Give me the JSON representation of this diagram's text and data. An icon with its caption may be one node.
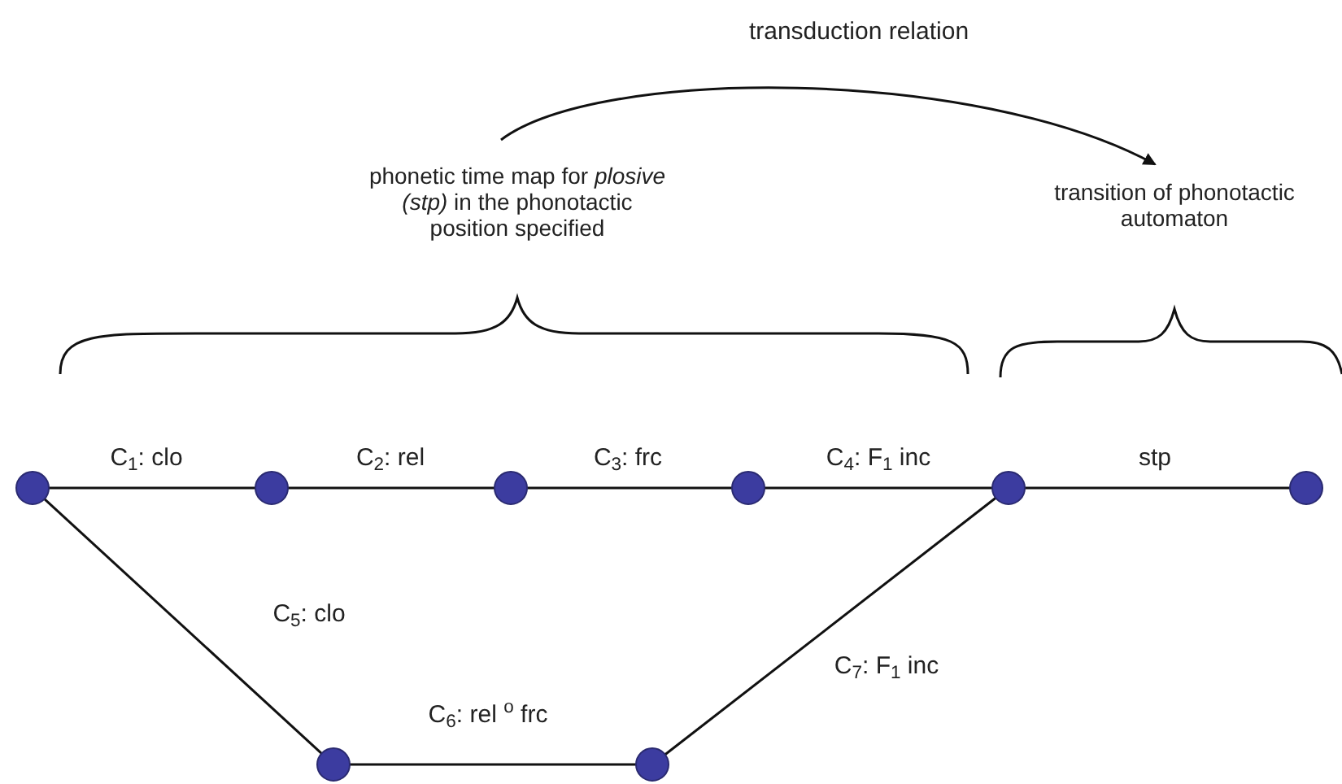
{
  "diagram": {
    "nodes": [
      {
        "text": [],
        "shape": "circle"
      },
      {
        "text": [],
        "shape": "circle"
      },
      {
        "text": [],
        "shape": "circle"
      },
      {
        "text": [],
        "shape": "circle"
      },
      {
        "text": [],
        "shape": "circle"
      },
      {
        "text": [],
        "shape": "circle"
      },
      {
        "text": [],
        "shape": "circle"
      },
      {
        "text": [],
        "shape": "circle"
      },
      {
        "text": [
          "phonetic time map for *plosive (stp)* in the phonotactic position specified"
        ]
      },
      {
        "text": [
          "transition of phonotactic automaton"
        ]
      }
    ],
    "edges": [
      {
        "from": 0,
        "to": 1,
        "arrow": "none",
        "label": "C$_{1}$: clo"
      },
      {
        "from": 1,
        "to": 2,
        "arrow": "none",
        "label": "C$_{2}$: rel"
      },
      {
        "from": 2,
        "to": 3,
        "arrow": "none",
        "label": "C$_{3}$: frc"
      },
      {
        "from": 3,
        "to": 4,
        "arrow": "none",
        "label": "C$_{4}$: F$_{1}$ inc"
      },
      {
        "from": 4,
        "to": 5,
        "arrow": "none",
        "label": "stp"
      },
      {
        "from": 0,
        "to": 6,
        "arrow": "none",
        "label": "C$_{5}$: clo"
      },
      {
        "from": 6,
        "to": 7,
        "arrow": "none",
        "label": "C$_{6}$: rel $^{o}$ frc"
      },
      {
        "from": 7,
        "to": 4,
        "arrow": "none",
        "label": "C$_{7}$: F$_{1}$ inc"
      },
      {
        "from": 8,
        "to": 9,
        "arrow": "to",
        "label": "transduction relation"
      }
    ]
  }
}
